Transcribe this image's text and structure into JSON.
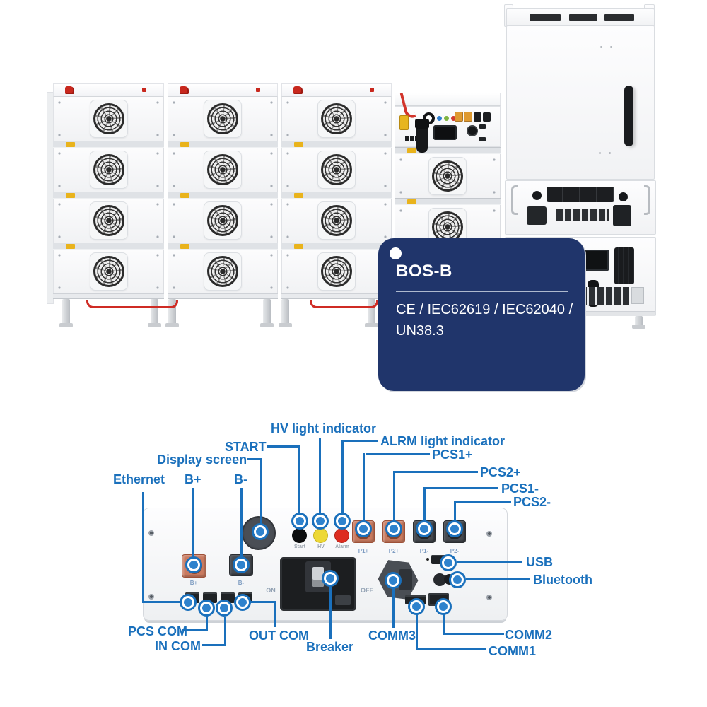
{
  "badge": {
    "product_name": "BOS-B",
    "certifications_line1": "CE / IEC62619 / IEC62040 /",
    "certifications_line2": "UN38.3"
  },
  "callouts": {
    "ethernet": "Ethernet",
    "b_plus": "B+",
    "b_minus": "B-",
    "display_screen": "Display screen",
    "start": "START",
    "hv": "HV light indicator",
    "alrm": "ALRM light indicator",
    "pcs1_plus": "PCS1+",
    "pcs2_plus": "PCS2+",
    "pcs1_minus": "PCS1-",
    "pcs2_minus": "PCS2-",
    "usb": "USB",
    "bluetooth": "Bluetooth",
    "pcs_com": "PCS COM",
    "in_com": "IN COM",
    "out_com": "OUT COM",
    "breaker": "Breaker",
    "comm3": "COMM3",
    "comm2": "COMM2",
    "comm1": "COMM1"
  },
  "panel_markings": {
    "on": "ON",
    "off": "OFF",
    "b_plus": "B+",
    "b_minus": "B-",
    "p1_plus": "P1+",
    "p2_plus": "P2+",
    "p1_minus": "P1-",
    "p2_minus": "P2-",
    "start_small": "Start",
    "hv_small": "HV",
    "alarm_small": "Alarm"
  },
  "colors": {
    "label_blue": "#1a70bc",
    "marker_blue": "#2e82cd",
    "badge_navy": "#20356b",
    "start_button": "#0c0d0e",
    "hv_button": "#edd835",
    "alarm_button": "#dd2c20",
    "connector_orange": "#c97a5f",
    "connector_dark": "#464a50",
    "cable_red": "#cf2b24",
    "clip_yellow": "#e9b31c"
  },
  "icons": {
    "fan": "fan-icon",
    "door_handle": "door-handle",
    "callout_marker": "marker-ring"
  }
}
